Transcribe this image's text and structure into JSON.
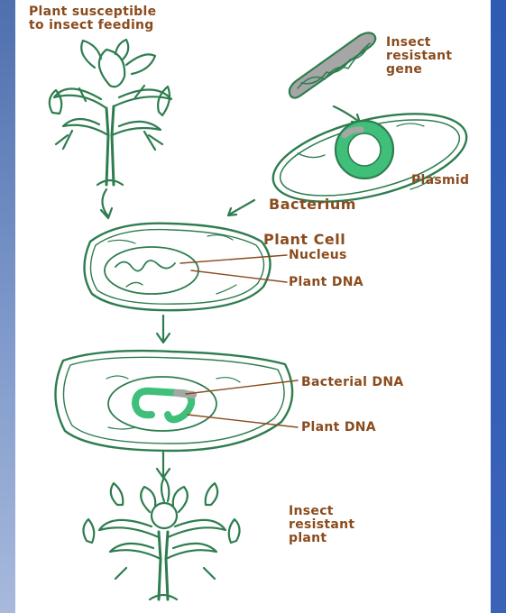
{
  "labels": {
    "plant_susceptible": "Plant susceptible\nto insect feeding",
    "insect_gene": "Insect\nresistant\ngene",
    "plasmid": "Plasmid",
    "bacterium": "Bacterium",
    "plant_cell": "Plant Cell",
    "nucleus": "Nucleus",
    "plant_dna_1": "Plant DNA",
    "bacterial_dna": "Bacterial DNA",
    "plant_dna_2": "Plant DNA",
    "insect_resistant_plant": "Insect\nresistant\nplant"
  },
  "colors": {
    "label": "#8a4b1d",
    "line": "#2e7d4f",
    "fill": "#3fbf7a",
    "gray": "#a6a6a6",
    "leader": "#8a4b1d"
  }
}
